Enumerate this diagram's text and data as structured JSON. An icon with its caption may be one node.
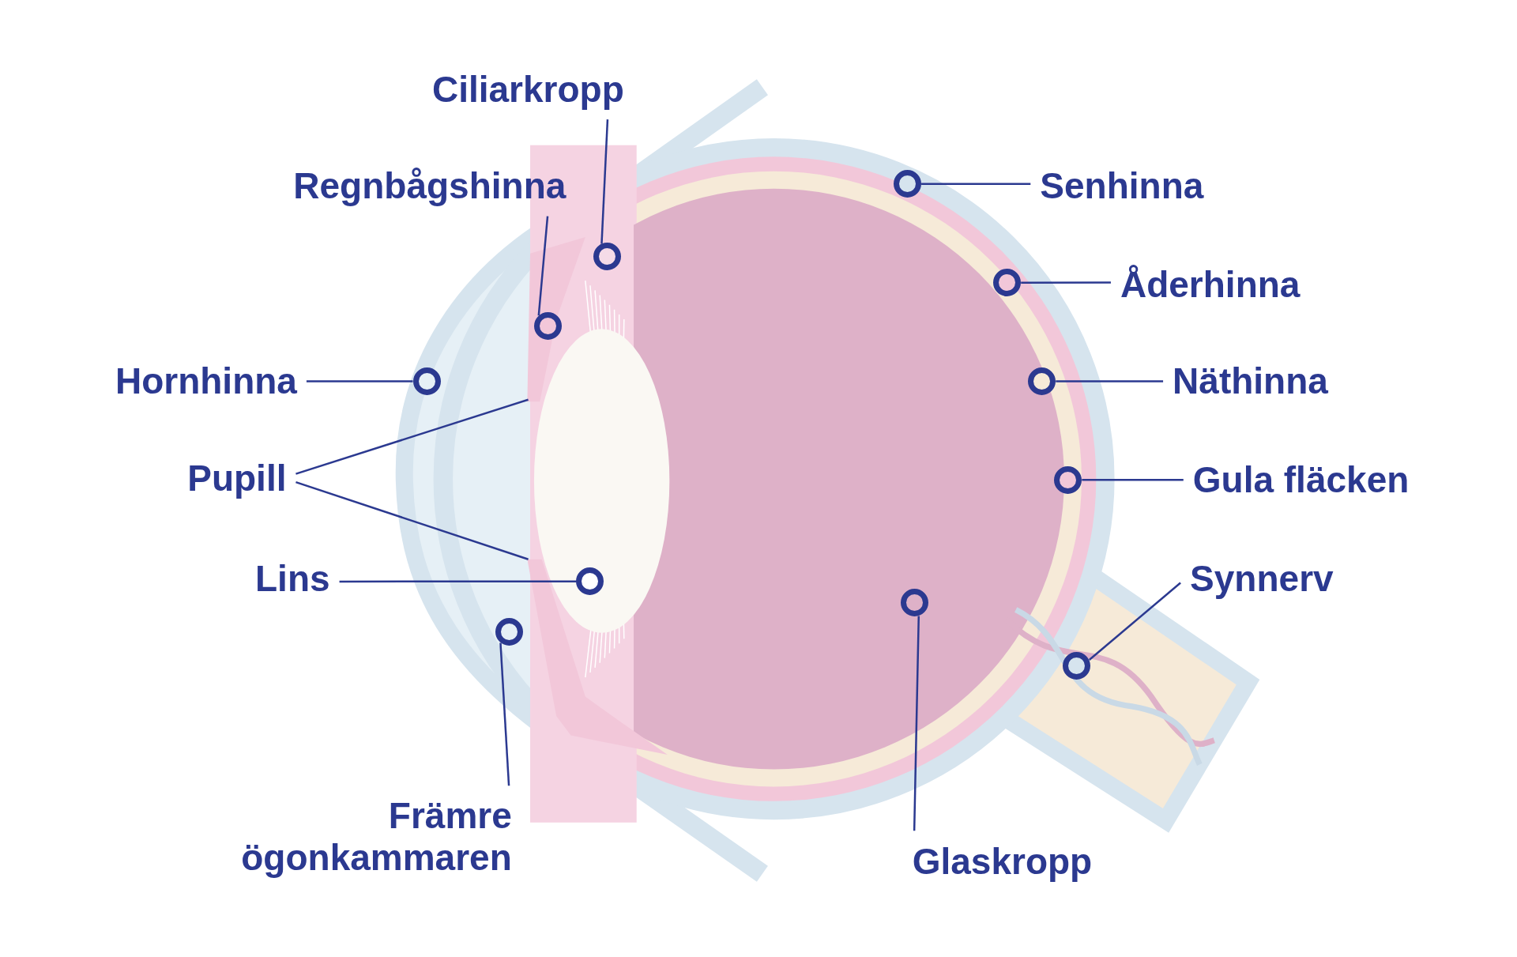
{
  "diagram": {
    "nodes": [
      {
        "text": [
          "Ciliarkropp"
        ]
      },
      {
        "text": [
          "Regnbågshinna"
        ]
      },
      {
        "text": [
          "Hornhinna"
        ]
      },
      {
        "text": [
          "Pupill"
        ]
      },
      {
        "text": [
          "Lins"
        ]
      },
      {
        "text": [
          "Främre ögonkammaren"
        ]
      },
      {
        "text": [
          "Senhinna"
        ]
      },
      {
        "text": [
          "Åderhinna"
        ]
      },
      {
        "text": [
          "Näthinna"
        ]
      },
      {
        "text": [
          "Gula fläcken"
        ]
      },
      {
        "text": [
          "Synnerv"
        ]
      },
      {
        "text": [
          "Glaskropp"
        ]
      },
      {
        "text": [],
        "shape": "circle"
      },
      {
        "text": [],
        "shape": "circle"
      },
      {
        "text": [],
        "shape": "circle"
      },
      {
        "text": [],
        "shape": "circle"
      },
      {
        "text": [],
        "shape": "circle"
      },
      {
        "text": [],
        "shape": "circle"
      },
      {
        "text": [],
        "shape": "circle"
      },
      {
        "text": [],
        "shape": "circle"
      },
      {
        "text": [],
        "shape": "circle"
      },
      {
        "text": [],
        "shape": "circle"
      },
      {
        "text": [],
        "shape": "circle"
      }
    ],
    "edges": [
      {
        "from": 0,
        "to": 12,
        "arrow": "none"
      },
      {
        "from": 1,
        "to": 13,
        "arrow": "none"
      },
      {
        "from": 2,
        "to": 14,
        "arrow": "none"
      },
      {
        "from": 3,
        "to": null,
        "arrow": "none"
      },
      {
        "from": 3,
        "to": null,
        "arrow": "none"
      },
      {
        "from": 4,
        "to": 15,
        "arrow": "none"
      },
      {
        "from": 5,
        "to": 16,
        "arrow": "none"
      },
      {
        "from": 6,
        "to": 17,
        "arrow": "none"
      },
      {
        "from": 7,
        "to": 18,
        "arrow": "none"
      },
      {
        "from": 8,
        "to": 19,
        "arrow": "none"
      },
      {
        "from": 9,
        "to": 20,
        "arrow": "none"
      },
      {
        "from": 10,
        "to": 21,
        "arrow": "none"
      },
      {
        "from": 11,
        "to": 22,
        "arrow": "none"
      }
    ]
  }
}
